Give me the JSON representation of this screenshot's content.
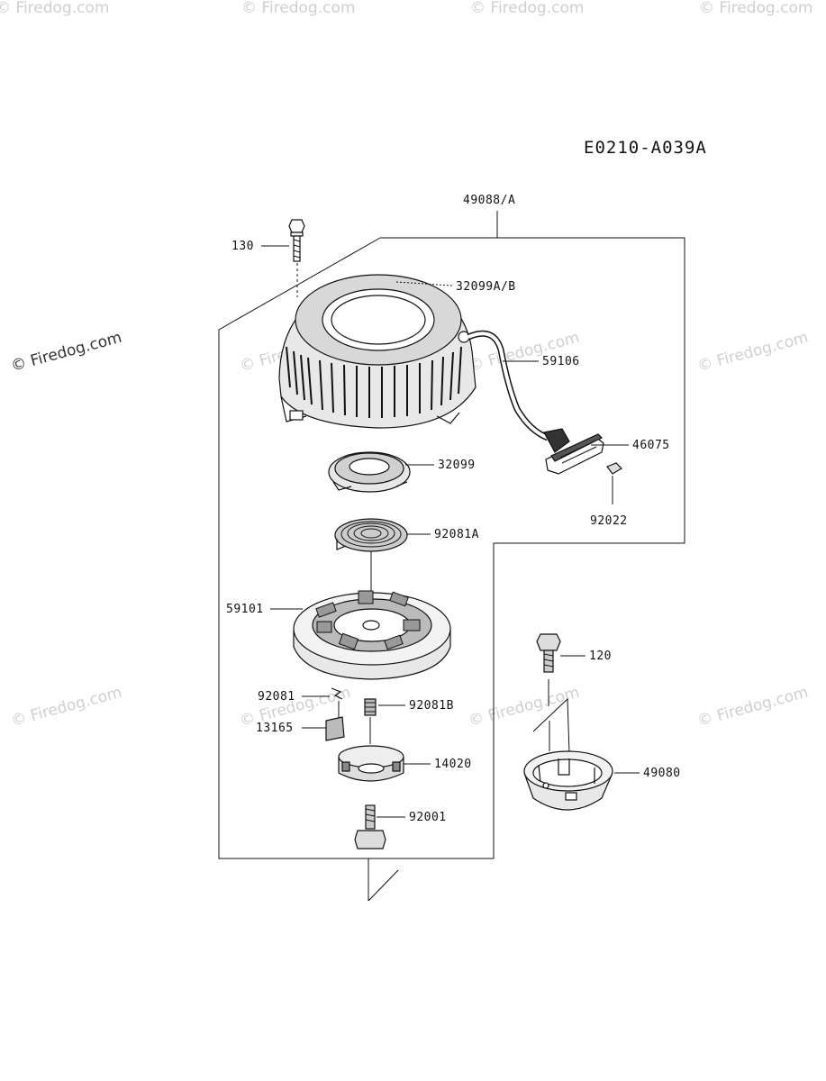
{
  "diagram_code": "E0210-A039A",
  "watermark_text": "© Firedog.com",
  "parts": {
    "p49088": "49088/A",
    "p130": "130",
    "p32099ab": "32099A/B",
    "p59106": "59106",
    "p46075": "46075",
    "p32099": "32099",
    "p92022": "92022",
    "p92081a": "92081A",
    "p59101": "59101",
    "p120": "120",
    "p92081": "92081",
    "p92081b": "92081B",
    "p13165": "13165",
    "p14020": "14020",
    "p49080": "49080",
    "p92001": "92001"
  }
}
